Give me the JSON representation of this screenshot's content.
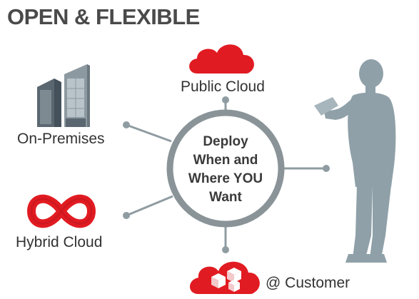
{
  "title": "OPEN & FLEXIBLE",
  "hub": {
    "lines": [
      "Deploy",
      "When and",
      "Where YOU",
      "Want"
    ]
  },
  "nodes": {
    "public_cloud": "Public Cloud",
    "on_premises": "On-Premises",
    "hybrid_cloud": "Hybrid Cloud",
    "at_customer": "@ Customer"
  },
  "colors": {
    "accent_red": "#e11b22",
    "ring_gray": "#8a9498",
    "line_gray": "#8f9ca2",
    "silhouette": "#8fa0a8",
    "building_dark": "#5b6770",
    "building_light": "#8d99a0",
    "title_text": "#4a4a4a"
  },
  "icons": [
    "cloud-icon",
    "buildings-icon",
    "infinity-icon",
    "cloud-boxes-icon",
    "person-with-tablet-silhouette"
  ]
}
